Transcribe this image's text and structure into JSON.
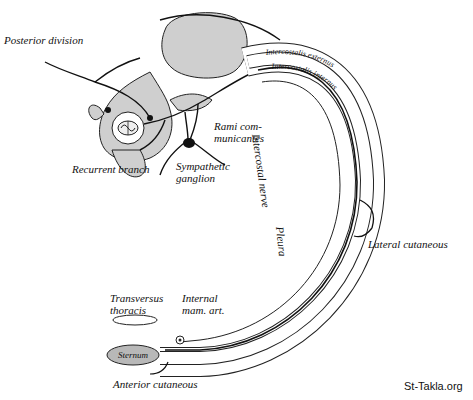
{
  "diagram": {
    "nodes": [
      {
        "text": [
          "Sternum"
        ]
      }
    ],
    "labels": [
      "Posterior division",
      "Rami com- municantes",
      "Recurrent branch",
      "Sympathetic ganglion",
      "Intercostalis externus",
      "Intercostalis internus",
      "Intercostal nerve",
      "Pleura",
      "Lateral cutaneous",
      "Transversus thoracis",
      "Internal mam. art.",
      "Anterior cutaneous",
      "St-Takla.org"
    ]
  }
}
